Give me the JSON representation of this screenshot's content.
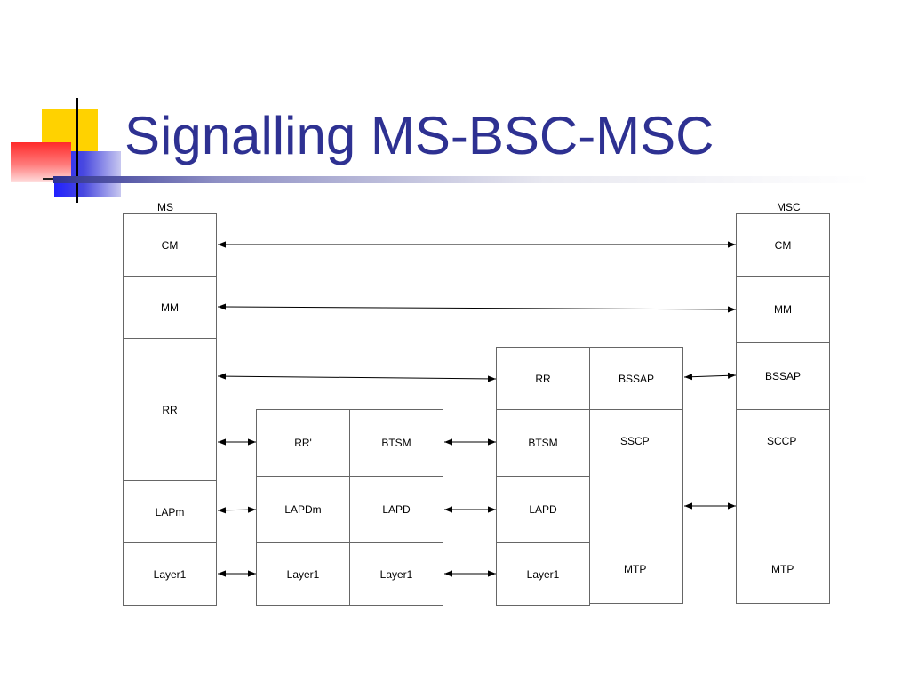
{
  "slide": {
    "title": "Signalling MS-BSC-MSC",
    "title_color": "#2e3192"
  },
  "diagram": {
    "ms_label": "MS",
    "msc_label": "MSC",
    "ms": {
      "cm": "CM",
      "mm": "MM",
      "rr": "RR",
      "lapm": "LAPm",
      "layer1": "Layer1"
    },
    "bts": {
      "rr_prime": "RR'",
      "btsm": "BTSM",
      "lapdm": "LAPDm",
      "lapd": "LAPD",
      "layer1_a": "Layer1",
      "layer1_b": "Layer1"
    },
    "bsc": {
      "rr": "RR",
      "bssap": "BSSAP",
      "btsm": "BTSM",
      "sscp": "SSCP",
      "lapd": "LAPD",
      "mtp": "MTP",
      "layer1": "Layer1"
    },
    "msc": {
      "cm": "CM",
      "mm": "MM",
      "bssap": "BSSAP",
      "sccp": "SCCP",
      "mtp": "MTP"
    }
  }
}
